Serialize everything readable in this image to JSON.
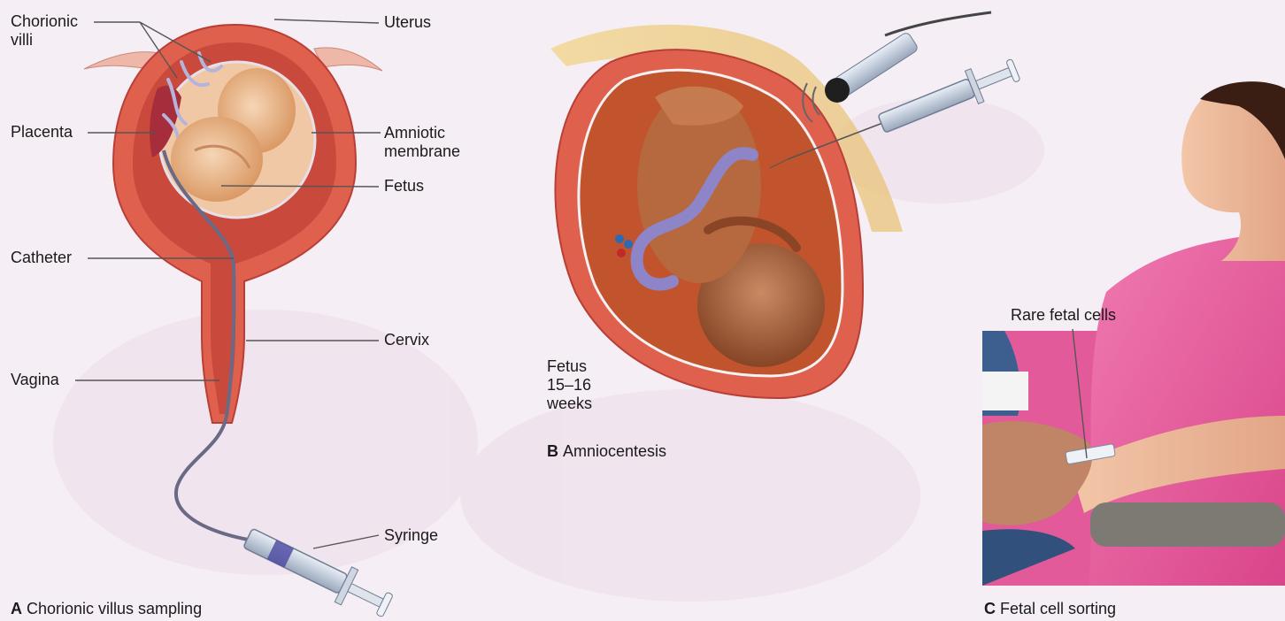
{
  "panel_a": {
    "letter": "A",
    "caption": "Chorionic villus sampling",
    "labels": {
      "chorionic_villi": "Chorionic\nvilli",
      "uterus": "Uterus",
      "placenta": "Placenta",
      "amniotic_membrane": "Amniotic\nmembrane",
      "fetus": "Fetus",
      "catheter": "Catheter",
      "cervix": "Cervix",
      "vagina": "Vagina",
      "syringe": "Syringe"
    }
  },
  "panel_b": {
    "letter": "B",
    "caption": "Amniocentesis",
    "fetus_age": "Fetus\n15–16\nweeks"
  },
  "panel_c": {
    "letter": "C",
    "caption": "Fetal cell sorting",
    "label": "Rare fetal cells"
  },
  "colors": {
    "background": "#f6eef5",
    "uterine_wall": "#d9564a",
    "amniotic_fluid": "#c8502e",
    "fetus_skin": "#e8b28c",
    "umbilical_cord": "#8e84c8",
    "shirt": "#e35a9a",
    "armrest": "#7d7a74"
  }
}
